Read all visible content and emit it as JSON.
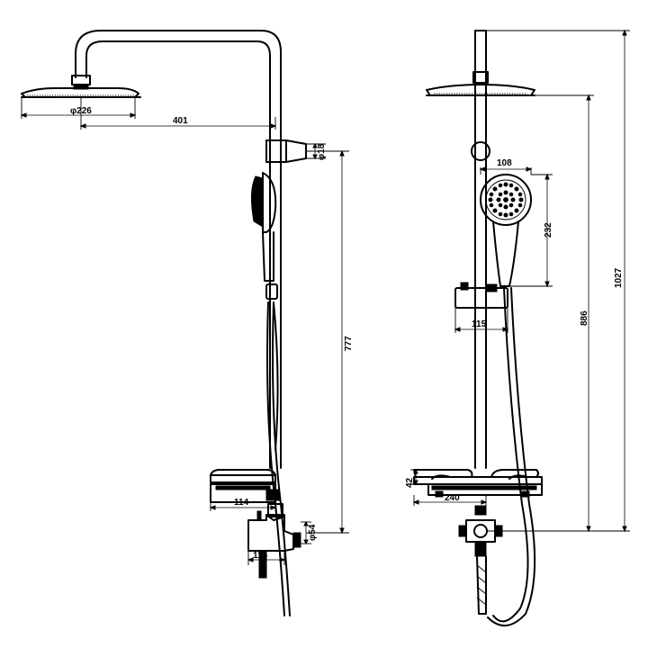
{
  "drawing": {
    "colors": {
      "stroke": "#000000",
      "background": "#ffffff"
    },
    "front_view": {
      "dimensions": {
        "head_diameter": "φ226",
        "arm_reach": "401",
        "holder_diameter": "φ18",
        "holder_to_outlet": "777",
        "shelf_width": "114",
        "outlet_diameter": "φ54",
        "valve_width": "115"
      }
    },
    "side_view": {
      "dimensions": {
        "hand_shower_width": "108",
        "hand_shower_length": "232",
        "slider_width": "115",
        "shelf_height": "42",
        "shelf_depth": "240",
        "head_to_outlet": "886",
        "total_height": "1027"
      }
    }
  }
}
